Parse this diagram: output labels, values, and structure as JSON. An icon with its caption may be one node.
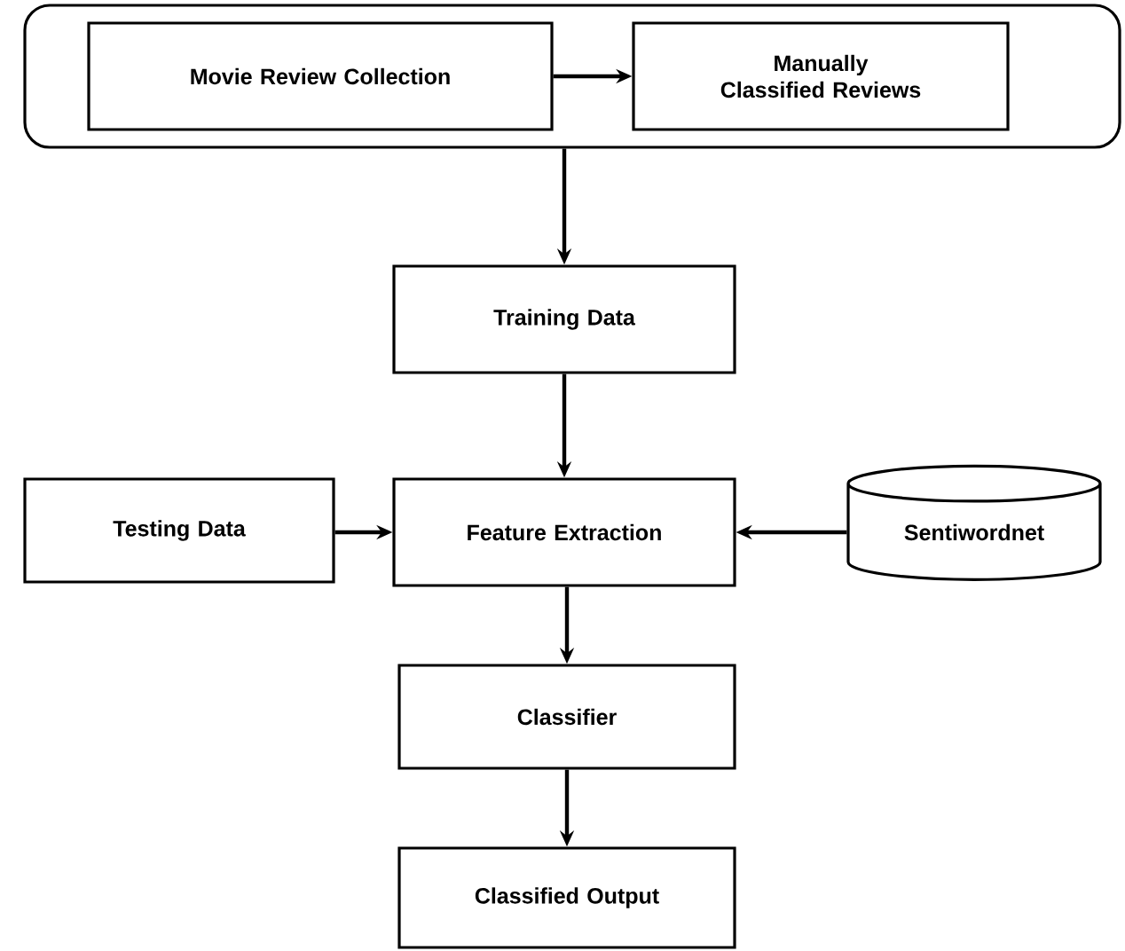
{
  "diagram": {
    "nodes": [
      {
        "text": [],
        "shape": "box"
      },
      {
        "text": [
          "Movie Review Collection"
        ],
        "in": 0
      },
      {
        "text": [
          "Manually Classified Reviews"
        ],
        "in": 0
      },
      {
        "text": [
          "Training Data"
        ]
      },
      {
        "text": [
          "Feature Extraction"
        ]
      },
      {
        "text": [
          "Testing Data"
        ]
      },
      {
        "text": [
          "Sentiwordnet"
        ]
      },
      {
        "text": [
          "Classifier"
        ]
      },
      {
        "text": [
          "Classified Output"
        ]
      }
    ],
    "edges": [
      {
        "from": 1,
        "to": 2,
        "arrow": "to"
      },
      {
        "from": 0,
        "to": 3,
        "arrow": "to"
      },
      {
        "from": 3,
        "to": 4,
        "arrow": "to"
      },
      {
        "from": 5,
        "to": 4,
        "arrow": "to"
      },
      {
        "from": 6,
        "to": 4,
        "arrow": "to"
      },
      {
        "from": 4,
        "to": 7,
        "arrow": "to"
      },
      {
        "from": 7,
        "to": 8,
        "arrow": "to"
      }
    ]
  }
}
